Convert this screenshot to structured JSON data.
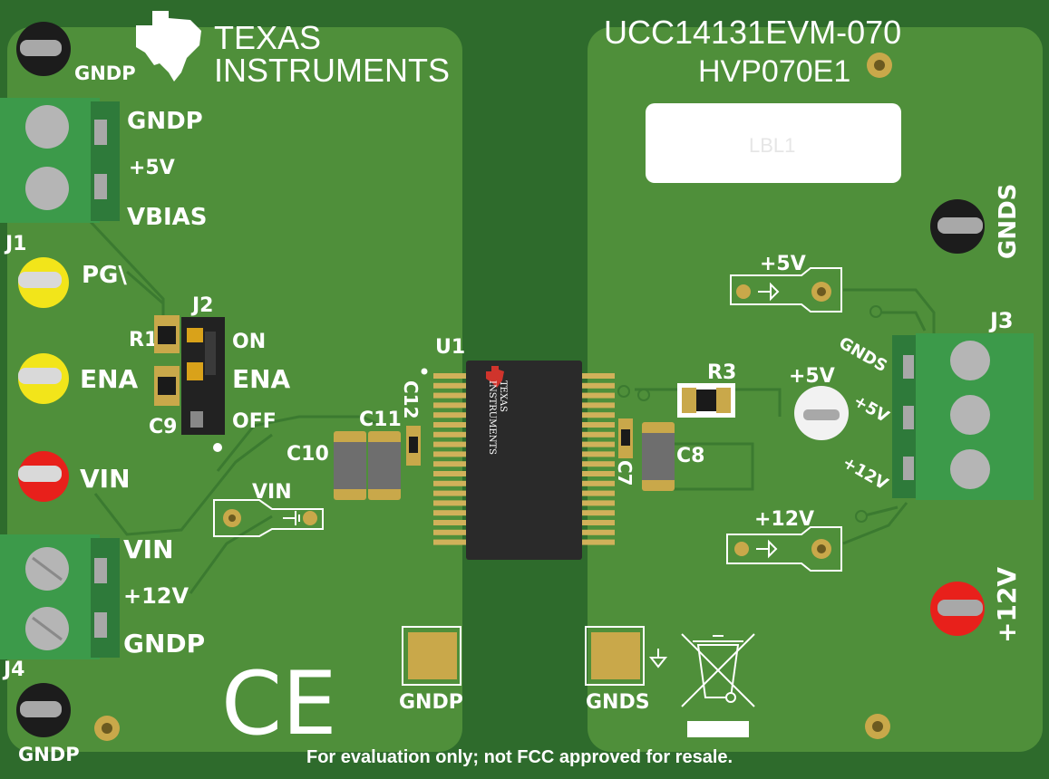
{
  "brand": {
    "line1": "TEXAS",
    "line2": "INSTRUMENTS"
  },
  "board": {
    "part_number": "UCC14131EVM-070",
    "revision": "HVP070E1",
    "label_placeholder": "LBL1"
  },
  "left": {
    "gndp_top": "GNDP",
    "j1": {
      "ref": "J1",
      "pins": [
        "GNDP",
        "+5V",
        "VBIAS"
      ]
    },
    "pg": "PG\\",
    "j2": {
      "ref": "J2",
      "on": "ON",
      "ena": "ENA",
      "off": "OFF"
    },
    "r1": "R1",
    "c9": "C9",
    "ena_tp": "ENA",
    "vin_tp": "VIN",
    "j4": {
      "ref": "J4",
      "pins": [
        "VIN",
        "+12V",
        "GNDP"
      ]
    },
    "gndp_bottom": "GNDP",
    "c10": "C10",
    "c11": "C11",
    "c12": "C12",
    "vin_jumper": "VIN",
    "gndp_pad": "GNDP"
  },
  "center": {
    "u1": "U1",
    "ic_brand1": "TEXAS",
    "ic_brand2": "INSTRUMENTS"
  },
  "right": {
    "c7": "C7",
    "c8": "C8",
    "r3": "R3",
    "plus5v_jumper": "+5V",
    "plus5v_led": "+5V",
    "gnds_tp": "GNDS",
    "j3": {
      "ref": "J3",
      "pins": [
        "GNDS",
        "+5V",
        "+12V"
      ]
    },
    "plus12v_jumper": "+12V",
    "plus12v_tp": "+12V",
    "gnds_pad": "GNDS"
  },
  "compliance_mark": "CE",
  "footer": "For evaluation only; not FCC approved for resale.",
  "colors": {
    "pcb": "#4f8f3a",
    "pcb_edge": "#2e6b2c",
    "copper_pad": "#c9a84a",
    "terminal_green": "#3c9a4a",
    "ic_body": "#2a2a2a",
    "tp_yellow": "#f2e51a",
    "tp_red": "#e8201b",
    "tp_black": "#1c1c1c"
  }
}
